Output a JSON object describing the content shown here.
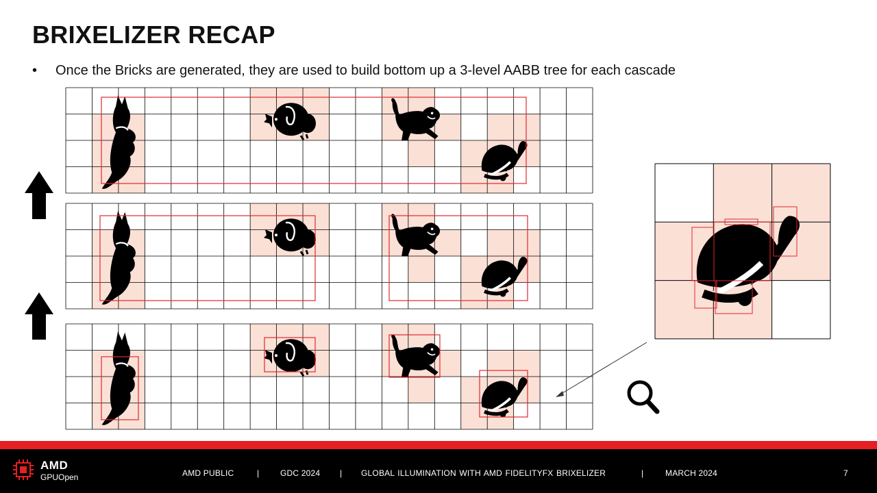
{
  "slide": {
    "title": "BRIXELIZER RECAP",
    "bullet_marker": "•",
    "bullet_text": "Once the Bricks are generated, they are used to build bottom up a 3-level AABB tree for each cascade",
    "page_number": "7"
  },
  "footer": {
    "logo_primary": "AMD",
    "logo_secondary": "GPUOpen",
    "classification": "AMD PUBLIC",
    "separator": "|",
    "event": "GDC 2024",
    "talk_title": "GLOBAL ILLUMINATION  WITH  AMD FIDELITYFX  BRIXELIZER",
    "date": "MARCH 2024"
  },
  "colors": {
    "brick_fill": "#fbe0d6",
    "aabb_red": "#e0282e",
    "grid_line": "#000000",
    "footer_bg": "#000000",
    "footer_red_bar": "#e51f22"
  },
  "icons": [
    "cat-icon",
    "chick-icon",
    "dog-icon",
    "turtle-icon",
    "up-arrow-icon",
    "magnifier-icon",
    "amd-chip-logo-icon"
  ]
}
